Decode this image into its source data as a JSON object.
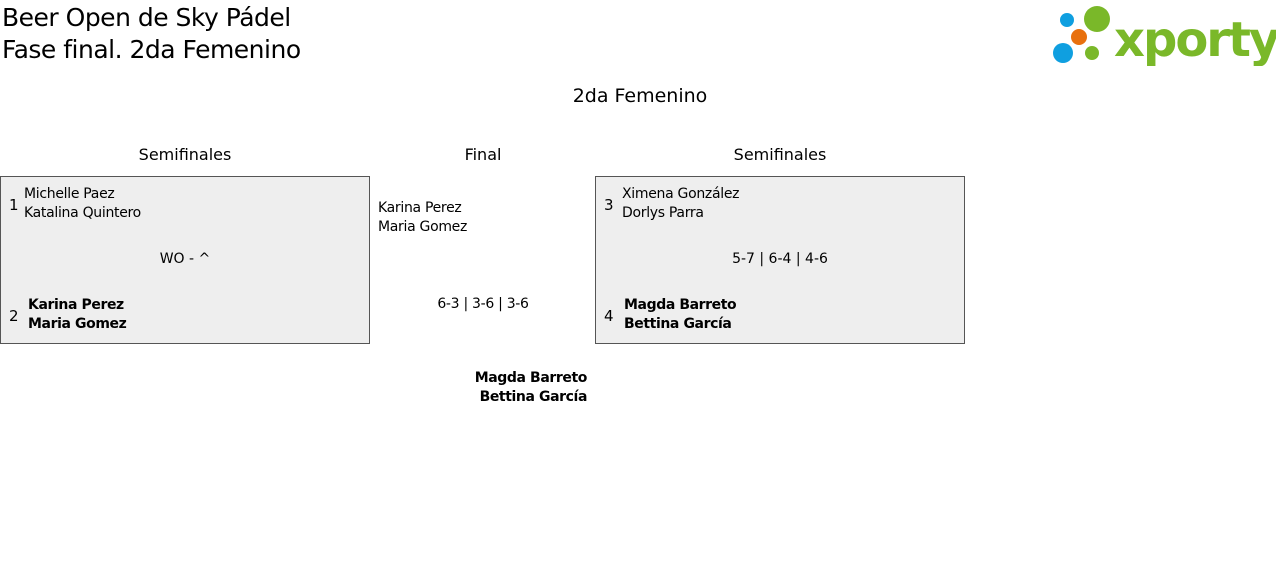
{
  "title_line1": "Beer Open de Sky Pádel",
  "title_line2": "Fase final. 2da Femenino",
  "logo_text": "xporty",
  "category": "2da Femenino",
  "rounds": {
    "left": "Semifinales",
    "final": "Final",
    "right": "Semifinales"
  },
  "match1": {
    "seed1": "1",
    "team1": [
      "Michelle Paez",
      "Katalina Quintero"
    ],
    "score": "WO - ^",
    "seed2": "2",
    "team2": [
      "Karina Perez",
      "Maria Gomez"
    ]
  },
  "final": {
    "team1": [
      "Karina Perez",
      "Maria Gomez"
    ],
    "score": "6-3 | 3-6 | 3-6",
    "team2": [
      "Magda Barreto",
      "Bettina García"
    ]
  },
  "match2": {
    "seed1": "3",
    "team1": [
      "Ximena González",
      "Dorlys Parra"
    ],
    "score": "5-7 | 6-4 | 4-6",
    "seed2": "4",
    "team2": [
      "Magda Barreto",
      "Bettina García"
    ]
  },
  "colors": {
    "green": "#7ab829",
    "blue": "#0f9fe0",
    "orange": "#e8700e"
  }
}
